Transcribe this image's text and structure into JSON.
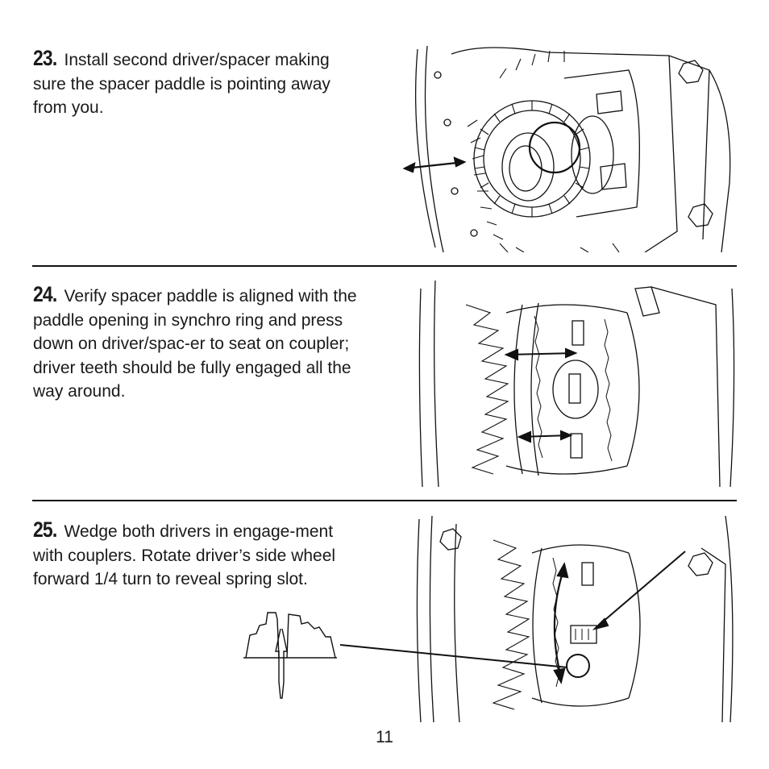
{
  "steps": [
    {
      "number": "23.",
      "text": "Install second driver/spacer making sure the spacer paddle is pointing away from you."
    },
    {
      "number": "24.",
      "text": "Verify spacer paddle is aligned with the paddle opening in synchro ring and press down on driver/spac-er to seat on coupler; driver teeth should be fully engaged all the way around."
    },
    {
      "number": "25.",
      "text": "Wedge both drivers in engage-ment with couplers.  Rotate driver’s side wheel forward 1/4 turn to reveal spring slot."
    }
  ],
  "page_number": "11"
}
